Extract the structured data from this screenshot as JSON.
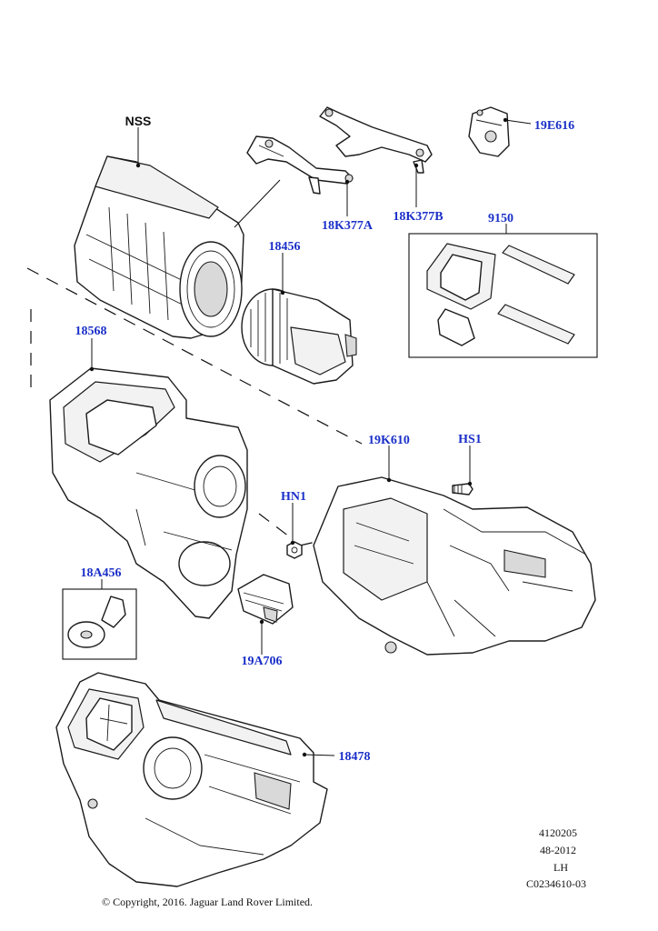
{
  "callouts": {
    "nss": "NSS",
    "p18k377a": "18K377A",
    "p18k377b": "18K377B",
    "p19e616": "19E616",
    "p9150": "9150",
    "p18456": "18456",
    "p18568": "18568",
    "p19k610": "19K610",
    "hs1": "HS1",
    "hn1": "HN1",
    "p18a456": "18A456",
    "p19a706": "19A706",
    "p18478": "18478"
  },
  "meta": {
    "ref": "4120205",
    "date": "48-2012",
    "side": "LH",
    "code": "C0234610-03"
  },
  "copyright": "© Copyright, 2016. Jaguar Land Rover Limited.",
  "colors": {
    "callout": "#1a2fc8",
    "line": "#1b1b1b"
  }
}
